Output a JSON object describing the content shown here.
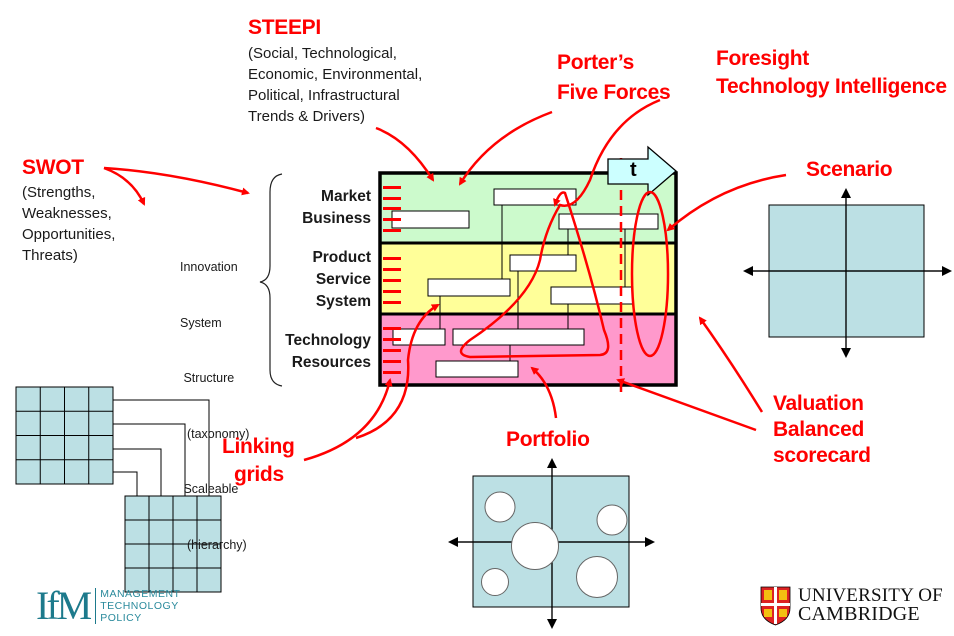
{
  "labels": {
    "steepi": {
      "title": "STEEPI",
      "lines": [
        "(Social, Technological,",
        "Economic, Environmental,",
        "Political, Infrastructural",
        "Trends & Drivers)"
      ]
    },
    "porters": {
      "lines": [
        "Porter’s",
        "Five Forces"
      ]
    },
    "foresight": {
      "lines": [
        "Foresight",
        "Technology Intelligence"
      ]
    },
    "swot": {
      "title": "SWOT",
      "lines": [
        "(Strengths,",
        "Weaknesses,",
        "Opportunities,",
        "Threats)"
      ]
    },
    "innovation": {
      "lines": [
        "Innovation",
        "System",
        " Structure",
        "  (taxonomy)",
        " Scaleable",
        "  (hierarchy)"
      ]
    },
    "scenario": {
      "title": "Scenario"
    },
    "valuation": {
      "lines": [
        "Valuation",
        "Balanced",
        "scorecard"
      ]
    },
    "linking": {
      "lines": [
        "Linking",
        "grids"
      ]
    },
    "portfolio": {
      "title": "Portfolio"
    }
  },
  "roadmap": {
    "time_label": "t",
    "layers": [
      {
        "name": "market-business",
        "lines": [
          "Market",
          "Business"
        ],
        "color": "#ccfacc"
      },
      {
        "name": "product-service-system",
        "lines": [
          "Product",
          "Service",
          "System"
        ],
        "color": "#ffff99"
      },
      {
        "name": "technology-resources",
        "lines": [
          "Technology",
          "Resources"
        ],
        "color": "#ff99cc"
      }
    ],
    "arrow_color": "#ccffff"
  },
  "colors": {
    "annotation_red": "#ff0000",
    "grid_fill": "#bce0e4",
    "ifm_teal": "#1d7a8c"
  },
  "logos": {
    "ifm": {
      "mark": "IfM",
      "lines": [
        "MANAGEMENT",
        "TECHNOLOGY",
        "POLICY"
      ]
    },
    "cambridge": {
      "lines": [
        "UNIVERSITY OF",
        "CAMBRIDGE"
      ]
    }
  }
}
